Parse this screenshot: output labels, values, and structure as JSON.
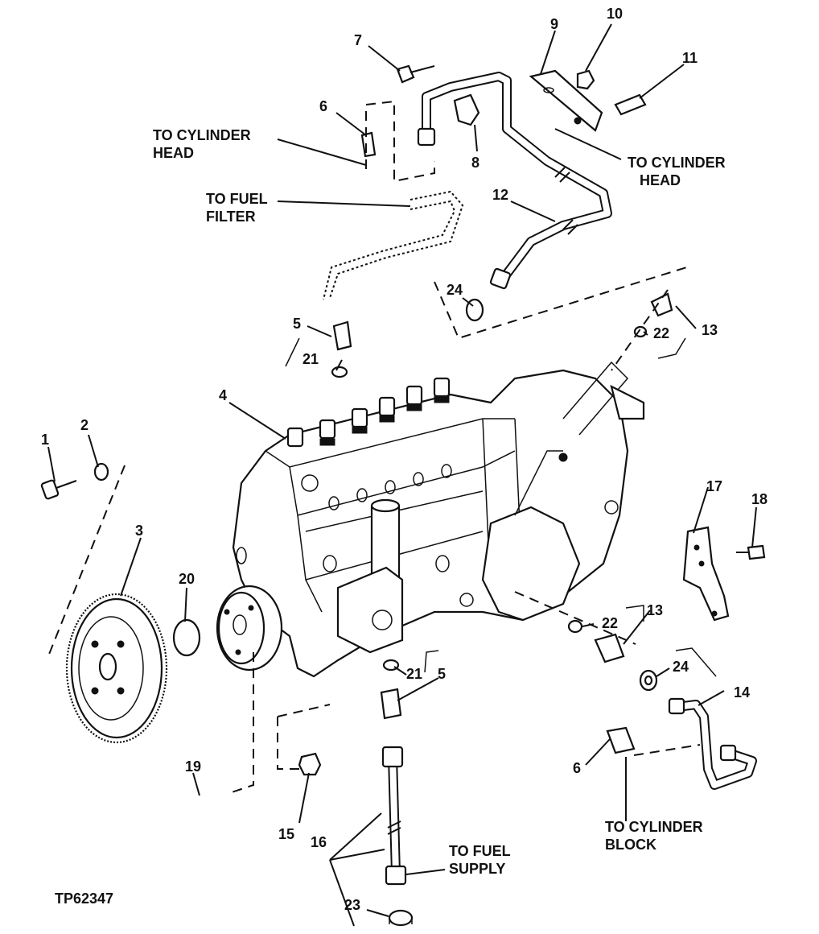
{
  "figure_id": "TP62347",
  "notes": {
    "cyl_head_left": [
      "TO CYLINDER",
      "HEAD"
    ],
    "cyl_head_right": [
      "TO CYLINDER",
      "HEAD"
    ],
    "fuel_filter": [
      "TO FUEL",
      "FILTER"
    ],
    "fuel_supply": [
      "TO FUEL",
      "SUPPLY"
    ],
    "cyl_block": [
      "TO CYLINDER",
      "BLOCK"
    ]
  },
  "callouts": {
    "c1": "1",
    "c2": "2",
    "c3": "3",
    "c4": "4",
    "c5a": "5",
    "c5b": "5",
    "c6a": "6",
    "c6b": "6",
    "c7": "7",
    "c8": "8",
    "c9": "9",
    "c10": "10",
    "c11": "11",
    "c12": "12",
    "c13a": "13",
    "c13b": "13",
    "c14": "14",
    "c15": "15",
    "c16": "16",
    "c17": "17",
    "c18": "18",
    "c19": "19",
    "c20": "20",
    "c21a": "21",
    "c21b": "21",
    "c22a": "22",
    "c22b": "22",
    "c23": "23",
    "c24a": "24",
    "c24b": "24"
  }
}
